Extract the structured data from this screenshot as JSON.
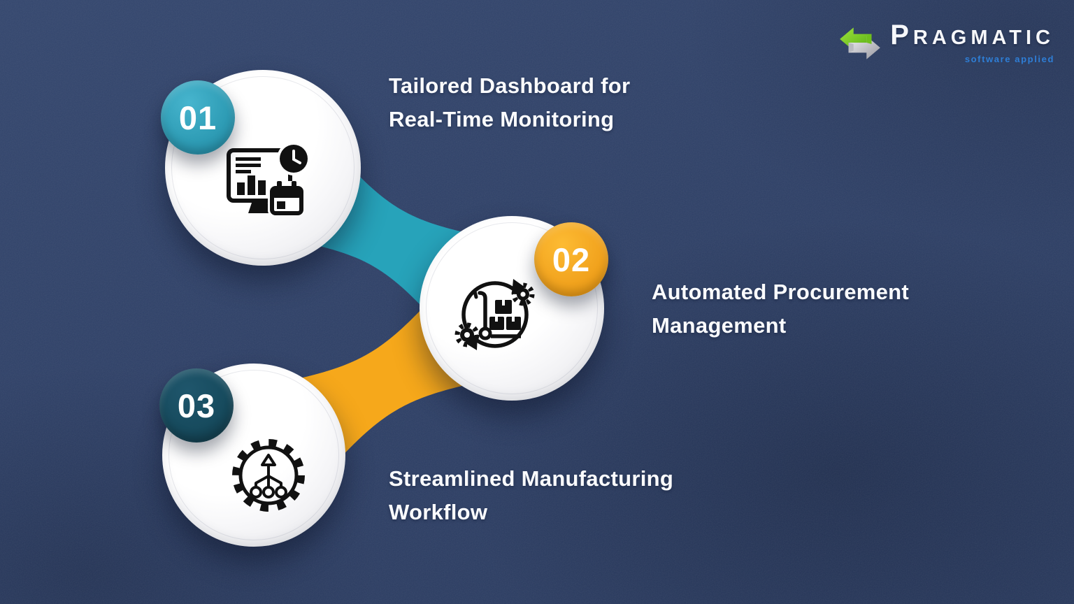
{
  "page": {
    "background_color": "#2e4067",
    "type": "infographic"
  },
  "logo": {
    "icon": "pragmatic-logo-icon",
    "brand_first_letter": "P",
    "brand_rest": "RAGMATIC",
    "tagline": "software applied",
    "brand_color": "#f6f7fa",
    "tagline_color": "#2e7ed6",
    "icon_green": "#72c41e",
    "icon_silver": "#cfd0d6"
  },
  "steps": [
    {
      "number": "01",
      "badge_color": "#2f9db6",
      "icon_name": "dashboard-realtime-monitoring-icon",
      "title_line1": "Tailored Dashboard for",
      "title_line2": "Real-Time Monitoring"
    },
    {
      "number": "02",
      "badge_color": "#f2a41f",
      "icon_name": "automated-procurement-cycle-icon",
      "title_line1": "Automated Procurement",
      "title_line2": "Management"
    },
    {
      "number": "03",
      "badge_color": "#174b5e",
      "icon_name": "manufacturing-workflow-gear-icon",
      "title_line1": "Streamlined Manufacturing",
      "title_line2": "Workflow"
    }
  ],
  "connectors": {
    "teal": "#27a3ba",
    "yellow": "#f6a81b"
  },
  "text_color": "#fbfcfe",
  "icon_color": "#111111"
}
